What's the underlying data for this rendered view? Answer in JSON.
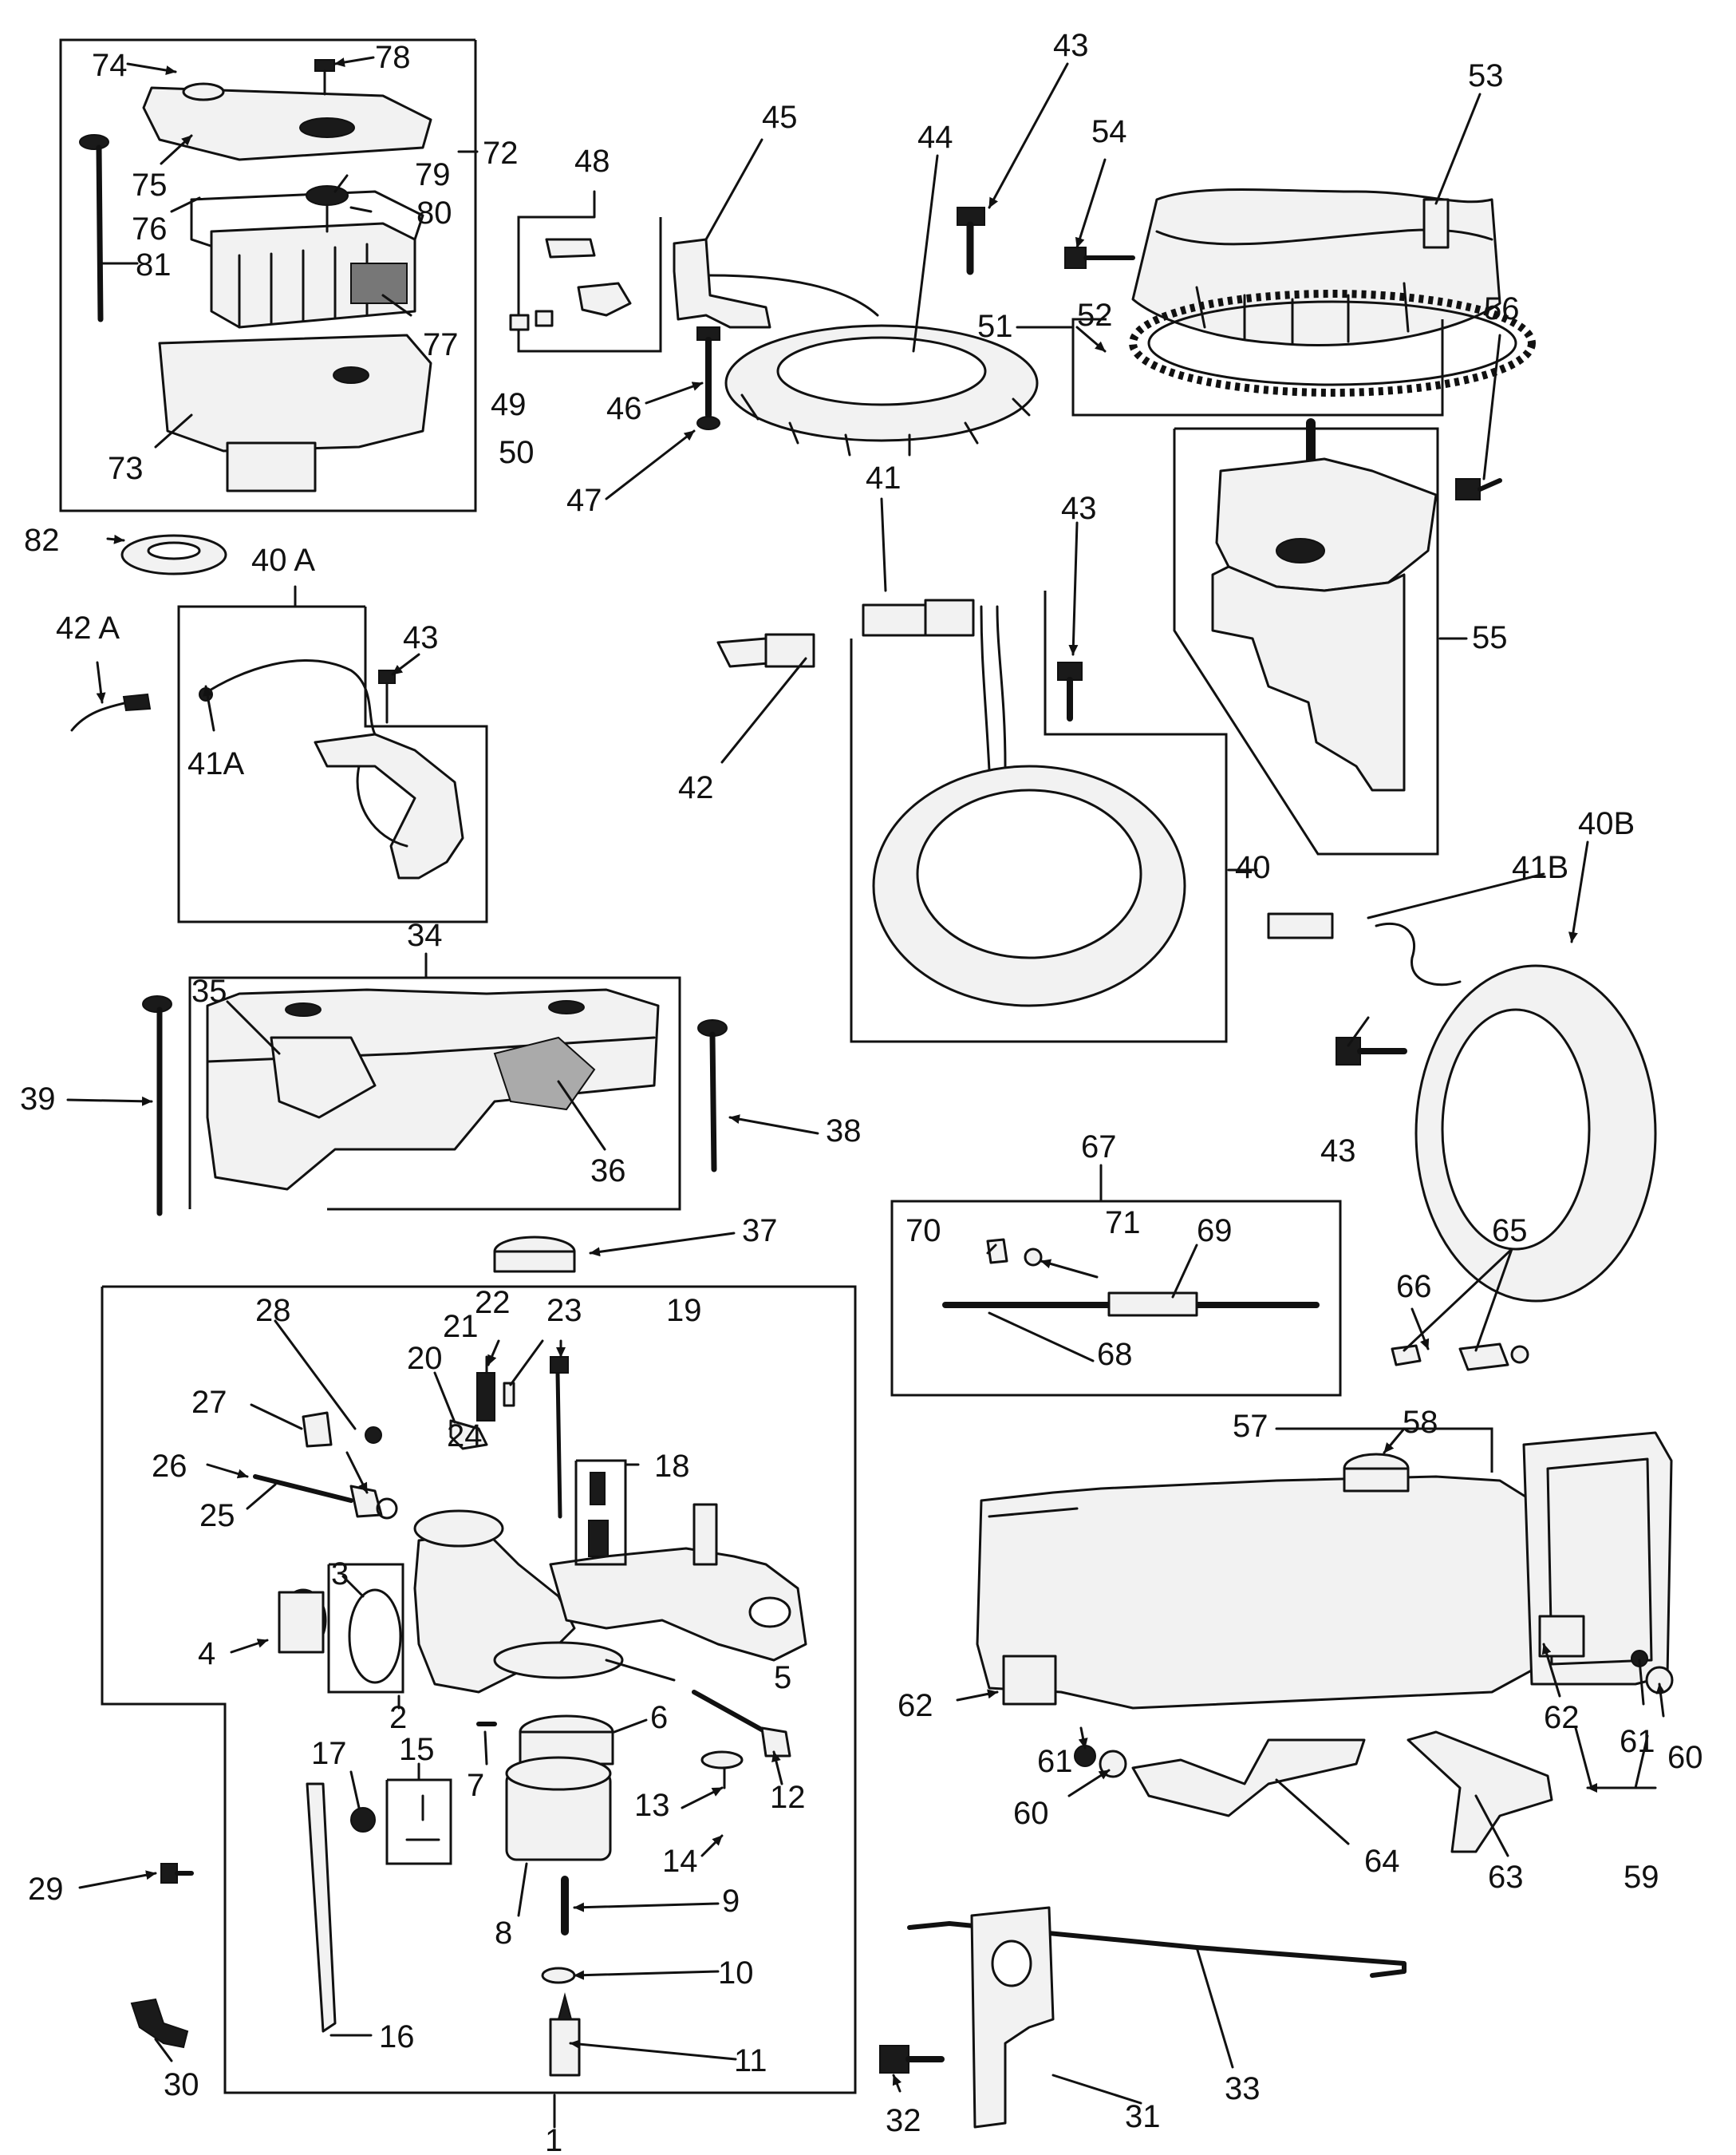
{
  "callouts": {
    "c1": "1",
    "c2": "2",
    "c3": "3",
    "c4": "4",
    "c5": "5",
    "c6": "6",
    "c7": "7",
    "c8": "8",
    "c9": "9",
    "c10": "10",
    "c11": "11",
    "c12": "12",
    "c13": "13",
    "c14": "14",
    "c15": "15",
    "c16": "16",
    "c17": "17",
    "c18": "18",
    "c19": "19",
    "c20": "20",
    "c21": "21",
    "c22": "22",
    "c23": "23",
    "c24": "24",
    "c25": "25",
    "c26": "26",
    "c27": "27",
    "c28": "28",
    "c29": "29",
    "c30": "30",
    "c31": "31",
    "c32": "32",
    "c33": "33",
    "c34": "34",
    "c35": "35",
    "c36": "36",
    "c37": "37",
    "c38": "38",
    "c39": "39",
    "c40": "40",
    "c40A": "40 A",
    "c40B": "40B",
    "c41": "41",
    "c41A": "41A",
    "c41B": "41B",
    "c42": "42",
    "c42A": "42 A",
    "c43a": "43",
    "c43b": "43",
    "c43c": "43",
    "c43d": "43",
    "c44": "44",
    "c45": "45",
    "c46": "46",
    "c47": "47",
    "c48": "48",
    "c49": "49",
    "c50": "50",
    "c51": "51",
    "c52": "52",
    "c53": "53",
    "c54": "54",
    "c55": "55",
    "c56": "56",
    "c57": "57",
    "c58": "58",
    "c59": "59",
    "c60a": "60",
    "c60b": "60",
    "c61a": "61",
    "c61b": "61",
    "c62a": "62",
    "c62b": "62",
    "c63": "63",
    "c64": "64",
    "c65": "65",
    "c66": "66",
    "c67": "67",
    "c68": "68",
    "c69": "69",
    "c70": "70",
    "c71": "71",
    "c72": "72",
    "c73": "73",
    "c74": "74",
    "c75": "75",
    "c76": "76",
    "c77": "77",
    "c78": "78",
    "c79": "79",
    "c80": "80",
    "c81": "81",
    "c82": "82"
  }
}
